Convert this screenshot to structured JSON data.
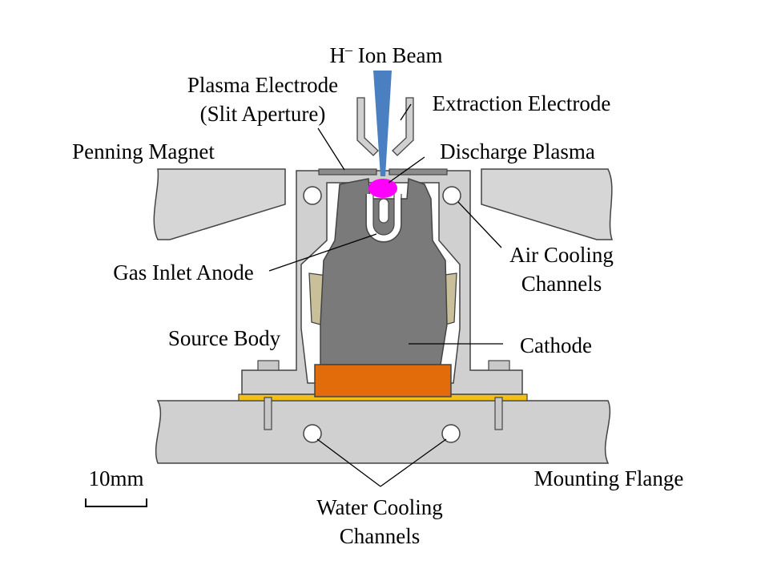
{
  "labels": {
    "ion_beam_prefix": "H",
    "ion_beam_superscript": "–",
    "ion_beam_suffix": " Ion Beam",
    "plasma_electrode_line1": "Plasma Electrode",
    "plasma_electrode_line2": "(Slit Aperture)",
    "extraction_electrode": "Extraction Electrode",
    "penning_magnet": "Penning Magnet",
    "discharge_plasma": "Discharge Plasma",
    "air_cooling_line1": "Air Cooling",
    "air_cooling_line2": "Channels",
    "gas_inlet_anode": "Gas Inlet Anode",
    "source_body": "Source Body",
    "cathode": "Cathode",
    "scale_bar": "10mm",
    "mounting_flange": "Mounting Flange",
    "water_cooling_line1": "Water Cooling",
    "water_cooling_line2": "Channels"
  },
  "colors": {
    "ion_beam": "#4a7fc1",
    "magnet": "#d6d6d6",
    "source_body": "#d0d0d0",
    "cathode": "#7a7a7a",
    "cathode_base": "#e36c0a",
    "insulator": "#c9c09a",
    "gasket": "#f2c018",
    "plasma": "#ff00ff",
    "flange": "#d0d0d0"
  }
}
